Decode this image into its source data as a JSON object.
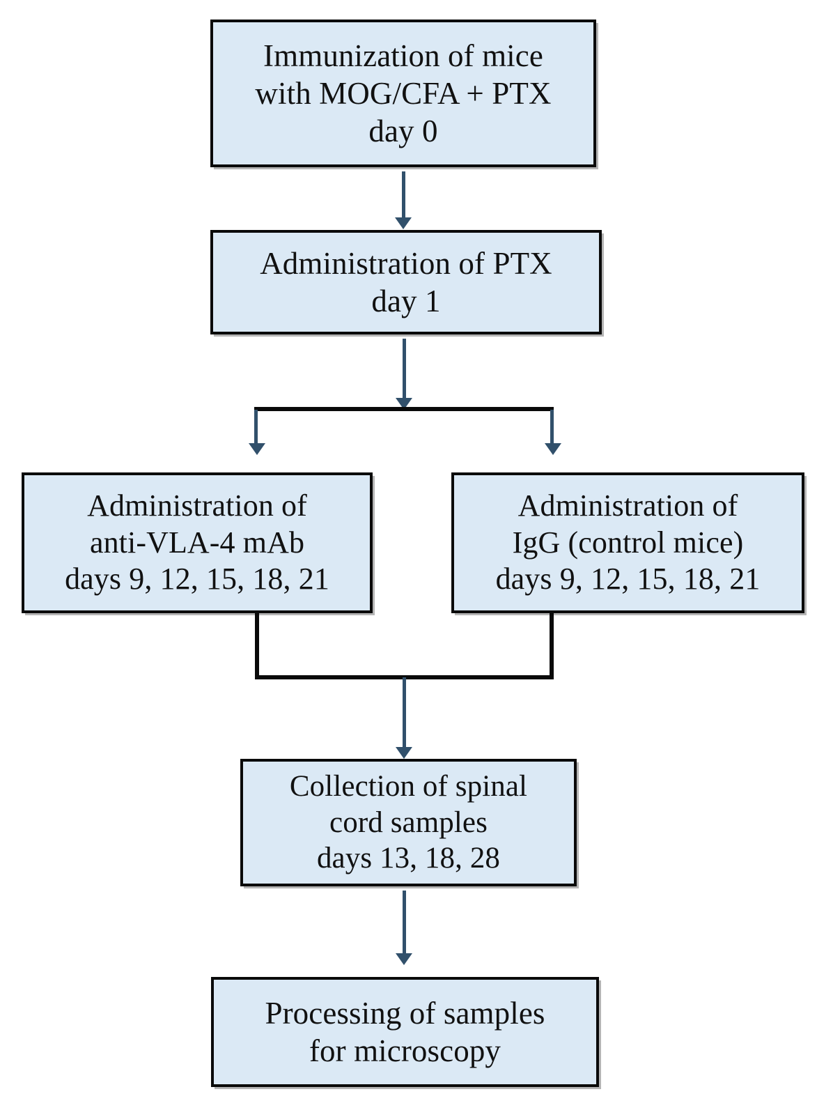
{
  "diagram": {
    "title": "Experimental design flowchart for EAE mouse study",
    "type": "flowchart",
    "orientation": "top-to-bottom",
    "colors": {
      "node_fill": "#dbe9f5",
      "node_border": "#0a0a0a",
      "arrow": "#31506b",
      "rail": "#0a0a0a",
      "text": "#111111",
      "background": "#ffffff"
    }
  },
  "nodes": {
    "immunization": {
      "id": "node-immunization",
      "line1": "Immunization of mice",
      "line2": "with MOG/CFA + PTX",
      "line3": "day 0"
    },
    "ptx_admin": {
      "id": "node-ptx-administration",
      "line1": "Administration of PTX",
      "line2": "day 1"
    },
    "anti_vla4": {
      "id": "node-anti-vla4-administration",
      "line1": "Administration of",
      "line2": "anti-VLA-4 mAb",
      "line3": "days 9, 12, 15, 18, 21"
    },
    "igg_control": {
      "id": "node-igg-control-administration",
      "line1": "Administration of",
      "line2": "IgG (control mice)",
      "line3": "days 9, 12, 15, 18, 21"
    },
    "collection": {
      "id": "node-spinal-cord-collection",
      "line1": "Collection  of spinal",
      "line2": "cord samples",
      "line3": "days 13, 18, 28"
    },
    "processing": {
      "id": "node-sample-processing",
      "line1": "Processing of samples",
      "line2": "for microscopy"
    }
  },
  "connectors": [
    {
      "id": "arrow-immunization-to-ptx",
      "from": "immunization",
      "to": "ptx_admin",
      "kind": "arrow-down"
    },
    {
      "id": "arrow-ptx-to-split",
      "from": "ptx_admin",
      "to": "split-rail",
      "kind": "arrow-down"
    },
    {
      "id": "split-rail",
      "kind": "horizontal-rail",
      "branches": 2
    },
    {
      "id": "arrow-split-to-anti-vla4",
      "from": "split-rail",
      "to": "anti_vla4",
      "kind": "arrow-down"
    },
    {
      "id": "arrow-split-to-igg",
      "from": "split-rail",
      "to": "igg_control",
      "kind": "arrow-down"
    },
    {
      "id": "merge-rail",
      "kind": "u-merge-rail",
      "inputs": 2
    },
    {
      "id": "arrow-merge-to-collection",
      "from": "merge-rail",
      "to": "collection",
      "kind": "arrow-down"
    },
    {
      "id": "arrow-collection-to-processing",
      "from": "collection",
      "to": "processing",
      "kind": "arrow-down"
    }
  ]
}
